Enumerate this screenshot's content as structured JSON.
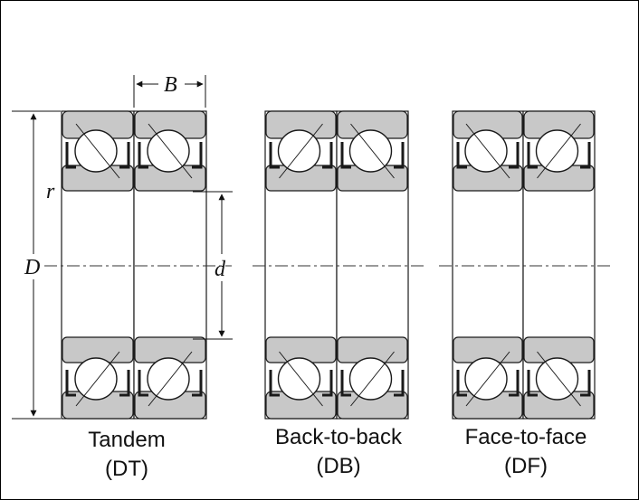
{
  "dimensions": {
    "bore": "d",
    "outer_diameter": "D",
    "width": "B",
    "chamfer": "r"
  },
  "arrangements": [
    {
      "name": "Tandem",
      "code": "(DT)"
    },
    {
      "name": "Back-to-back",
      "code": "(DB)"
    },
    {
      "name": "Face-to-face",
      "code": "(DF)"
    }
  ],
  "colors": {
    "ring_fill": "#c8c8c8",
    "line": "#1a1a1a",
    "background": "#ffffff"
  }
}
